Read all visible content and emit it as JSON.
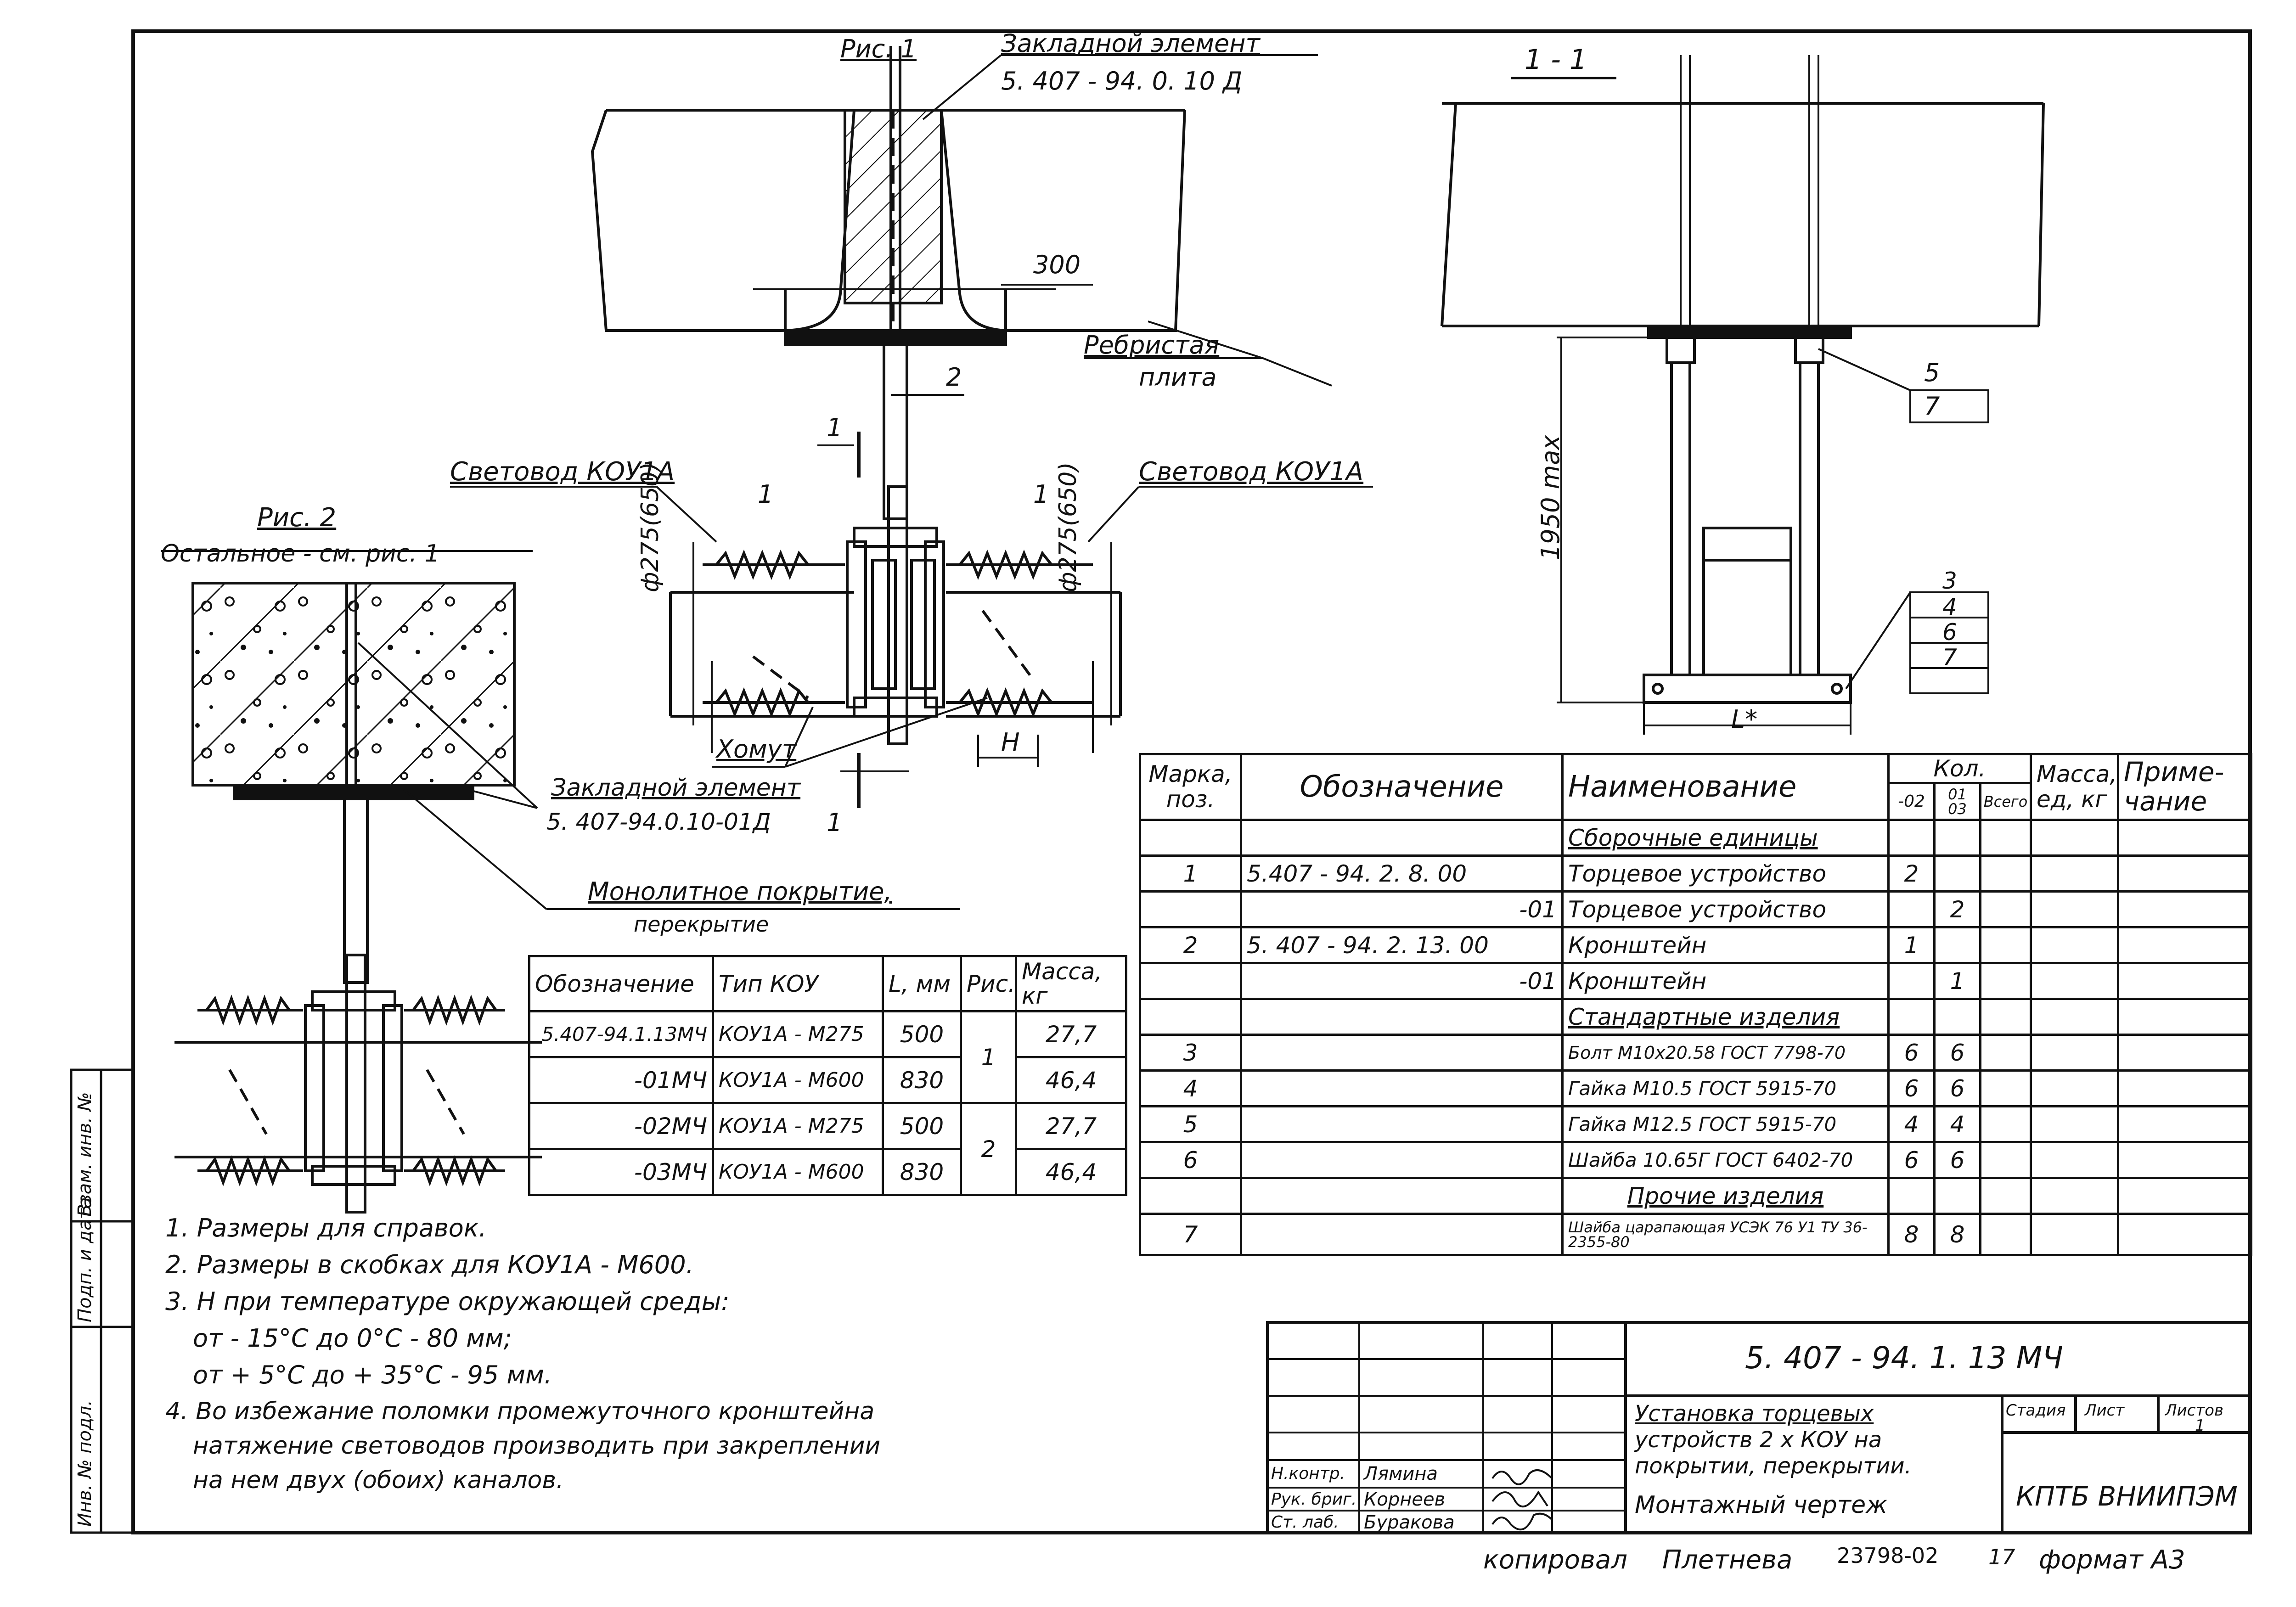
{
  "fig1": {
    "title": "Рис. 1",
    "embedded_label": "Закладной элемент",
    "embedded_code": "5. 407 - 94. 0. 10 Д",
    "dim_300": "300",
    "ribbed_1": "Ребристая",
    "ribbed_2": "плита",
    "pos_2": "2",
    "section_mark": "1",
    "pos_1_left": "1",
    "pos_1_right": "1",
    "lightguide_left": "Световод КОУ1А",
    "lightguide_right": "Световод КОУ1А",
    "diam_left": "ф275(650)",
    "diam_right": "ф275(650)",
    "clamp": "Хомут",
    "dim_h": "Н"
  },
  "fig2": {
    "title": "Рис. 2",
    "note": "Остальное - см. рис. 1",
    "embedded_label": "Закладной элемент",
    "embedded_code": "5. 407-94.0.10-01Д",
    "section_mark": "1",
    "monolith_1": "Монолитное покрытие,",
    "monolith_2": "перекрытие"
  },
  "section": {
    "title": "1 - 1",
    "height": "1950 max",
    "width": "L*",
    "callout_a": [
      "5",
      "7"
    ],
    "callout_b": [
      "3",
      "4",
      "6",
      "7"
    ]
  },
  "variants": {
    "headers": [
      "Обозначение",
      "Тип КОУ",
      "L, мм",
      "Рис.",
      "Масса, кг"
    ],
    "rows": [
      {
        "code": "5.407-94.1.13МЧ",
        "type": "КОУ1А - М275",
        "l": "500",
        "fig": "1",
        "mass": "27,7"
      },
      {
        "code": "-01МЧ",
        "type": "КОУ1А - М600",
        "l": "830",
        "fig": "",
        "mass": "46,4"
      },
      {
        "code": "-02МЧ",
        "type": "КОУ1А - М275",
        "l": "500",
        "fig": "2",
        "mass": "27,7"
      },
      {
        "code": "-03МЧ",
        "type": "КОУ1А - М600",
        "l": "830",
        "fig": "",
        "mass": "46,4"
      }
    ]
  },
  "spec": {
    "headers": {
      "mark_1": "Марка,",
      "mark_2": "поз.",
      "designation": "Обозначение",
      "name": "Наименование",
      "qty": "Кол.",
      "q1": "-02",
      "q2": "01 03",
      "q3": "Всего",
      "mass_1": "Масса,",
      "mass_2": "ед, кг",
      "note_1": "Приме-",
      "note_2": "чание"
    },
    "rows": [
      {
        "pos": "",
        "code": "",
        "name": "Сборочные единицы",
        "q1": "",
        "q2": "",
        "section": true
      },
      {
        "pos": "1",
        "code": "5.407 - 94. 2. 8. 00",
        "name": "Торцевое устройство",
        "q1": "2",
        "q2": "",
        "section": false
      },
      {
        "pos": "",
        "code": "-01",
        "name": "Торцевое устройство",
        "q1": "",
        "q2": "2",
        "section": false
      },
      {
        "pos": "2",
        "code": "5. 407 - 94. 2. 13. 00",
        "name": "Кронштейн",
        "q1": "1",
        "q2": "",
        "section": false
      },
      {
        "pos": "",
        "code": "-01",
        "name": "Кронштейн",
        "q1": "",
        "q2": "1",
        "section": false
      },
      {
        "pos": "",
        "code": "",
        "name": "Стандартные изделия",
        "q1": "",
        "q2": "",
        "section": true
      },
      {
        "pos": "3",
        "code": "",
        "name": "Болт М10х20.58 ГОСТ 7798-70",
        "q1": "6",
        "q2": "6",
        "section": false
      },
      {
        "pos": "4",
        "code": "",
        "name": "Гайка М10.5 ГОСТ 5915-70",
        "q1": "6",
        "q2": "6",
        "section": false
      },
      {
        "pos": "5",
        "code": "",
        "name": "Гайка М12.5 ГОСТ 5915-70",
        "q1": "4",
        "q2": "4",
        "section": false
      },
      {
        "pos": "6",
        "code": "",
        "name": "Шайба 10.65Г ГОСТ 6402-70",
        "q1": "6",
        "q2": "6",
        "section": false
      },
      {
        "pos": "",
        "code": "",
        "name": "Прочие изделия",
        "q1": "",
        "q2": "",
        "section": true
      },
      {
        "pos": "7",
        "code": "",
        "name": "Шайба царапающая УСЭК 76 У1 ТУ 36-2355-80",
        "q1": "8",
        "q2": "8",
        "section": false
      }
    ]
  },
  "notes": [
    "1. Размеры для справок.",
    "2. Размеры в скобках для КОУ1А - М600.",
    "3. Н при температуре окружающей среды:",
    "от - 15°С до 0°С - 80 мм;",
    "от + 5°С до + 35°С - 95 мм.",
    "4. Во избежание поломки промежуточного кронштейна",
    "натяжение световодов производить при закреплении",
    "на нем двух (обоих) каналов."
  ],
  "side_stamp": [
    "Инв. № подл.",
    "Подп. и дата",
    "Взам. инв. №"
  ],
  "title_block": {
    "doc_code": "5. 407 - 94. 1. 13 МЧ",
    "title_1": "Установка торцевых",
    "title_2": "устройств 2 х КОУ на",
    "title_3": "покрытии, перекрытии.",
    "title_4": "Монтажный чертеж",
    "stage_label": "Стадия",
    "sheet_label": "Лист",
    "sheets_label": "Листов",
    "sheets_value": "1",
    "org": "КПТБ ВНИИПЭМ",
    "people": [
      {
        "role": "Н.контр.",
        "name": "Лямина"
      },
      {
        "role": "Рук. бриг.",
        "name": "Корнеев"
      },
      {
        "role": "Ст. лаб.",
        "name": "Буракова"
      }
    ]
  },
  "footer": {
    "copied": "копировал",
    "copier": "Плетнева",
    "order": "23798-02",
    "sheet_no": "17",
    "format": "формат А3"
  }
}
